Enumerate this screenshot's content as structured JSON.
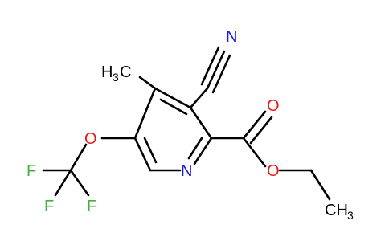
{
  "molecule": {
    "atoms": {
      "n_nitrile": {
        "label": "N",
        "color": "#1818e8"
      },
      "c_methyl": {
        "label": "H",
        "subscript": "3",
        "suffix": "C",
        "color": "#000000"
      },
      "o_carbonyl": {
        "label": "O",
        "color": "#e81818"
      },
      "o_ester": {
        "label": "O",
        "color": "#e81818"
      },
      "n_ring": {
        "label": "N",
        "color": "#1818e8"
      },
      "o_ether": {
        "label": "O",
        "color": "#e81818"
      },
      "f_1": {
        "label": "F",
        "color": "#40b040"
      },
      "f_2": {
        "label": "F",
        "color": "#40b040"
      },
      "f_3": {
        "label": "F",
        "color": "#40b040"
      },
      "c_ethyl_terminal": {
        "label": "CH",
        "subscript": "3",
        "color": "#000000"
      }
    }
  }
}
